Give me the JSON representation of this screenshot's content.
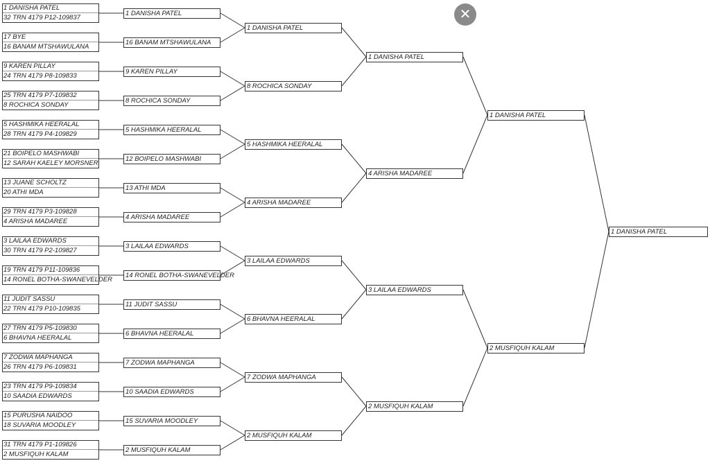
{
  "close_button": {
    "icon": "close-icon",
    "symbol": "✕"
  },
  "colors": {
    "line": "#333333",
    "close_bg": "#8a8a8a"
  },
  "round1": [
    [
      "1 DANISHA PATEL",
      "32 TRN 4179 P12-109837"
    ],
    [
      "17 BYE",
      "16 BANAM MTSHAWULANA"
    ],
    [
      "9 KAREN PILLAY",
      "24 TRN 4179 P8-109833"
    ],
    [
      "25 TRN 4179 P7-109832",
      "8 ROCHICA SONDAY"
    ],
    [
      "5 HASHMIKA HEERALAL",
      "28 TRN 4179 P4-109829"
    ],
    [
      "21 BOIPELO MASHWABI",
      "12 SARAH KAELEY MORSNER"
    ],
    [
      "13 JUANE SCHOLTZ",
      "20 ATHI MDA"
    ],
    [
      "29 TRN 4179 P3-109828",
      "4 ARISHA MADAREE"
    ],
    [
      "3 LAILAA EDWARDS",
      "30 TRN 4179 P2-109827"
    ],
    [
      "19 TRN 4179 P11-109836",
      "14 RONEL BOTHA-SWANEVELDER"
    ],
    [
      "11 JUDIT SASSU",
      "22 TRN 4179 P10-109835"
    ],
    [
      "27 TRN 4179 P5-109830",
      "6 BHAVNA HEERALAL"
    ],
    [
      "7 ZODWA MAPHANGA",
      "26 TRN 4179 P6-109831"
    ],
    [
      "23 TRN 4179 P9-109834",
      "10 SAADIA EDWARDS"
    ],
    [
      "15 PURUSHA NAIDOO",
      "18 SUVARIA MOODLEY"
    ],
    [
      "31 TRN 4179 P1-109826",
      "2 MUSFIQUH KALAM"
    ]
  ],
  "round2": [
    "1 DANISHA PATEL",
    "16 BANAM MTSHAWULANA",
    "9 KAREN PILLAY",
    "8 ROCHICA SONDAY",
    "5 HASHMIKA HEERALAL",
    "12 BOIPELO MASHWABI",
    "13 ATHI MDA",
    "4 ARISHA MADAREE",
    "3 LAILAA EDWARDS",
    "14 RONEL BOTHA-SWANEVELDER",
    "11 JUDIT SASSU",
    "6 BHAVNA HEERALAL",
    "7 ZODWA MAPHANGA",
    "10 SAADIA EDWARDS",
    "15 SUVARIA MOODLEY",
    "2 MUSFIQUH KALAM"
  ],
  "round3": [
    "1 DANISHA PATEL",
    "8 ROCHICA SONDAY",
    "5 HASHMIKA HEERALAL",
    "4 ARISHA MADAREE",
    "3 LAILAA EDWARDS",
    "6 BHAVNA HEERALAL",
    "7 ZODWA MAPHANGA",
    "2 MUSFIQUH KALAM"
  ],
  "round4": [
    "1 DANISHA PATEL",
    "4 ARISHA MADAREE",
    "3 LAILAA EDWARDS",
    "2 MUSFIQUH KALAM"
  ],
  "round5": [
    "1 DANISHA PATEL",
    "2 MUSFIQUH KALAM"
  ],
  "champion": "1 DANISHA PATEL"
}
